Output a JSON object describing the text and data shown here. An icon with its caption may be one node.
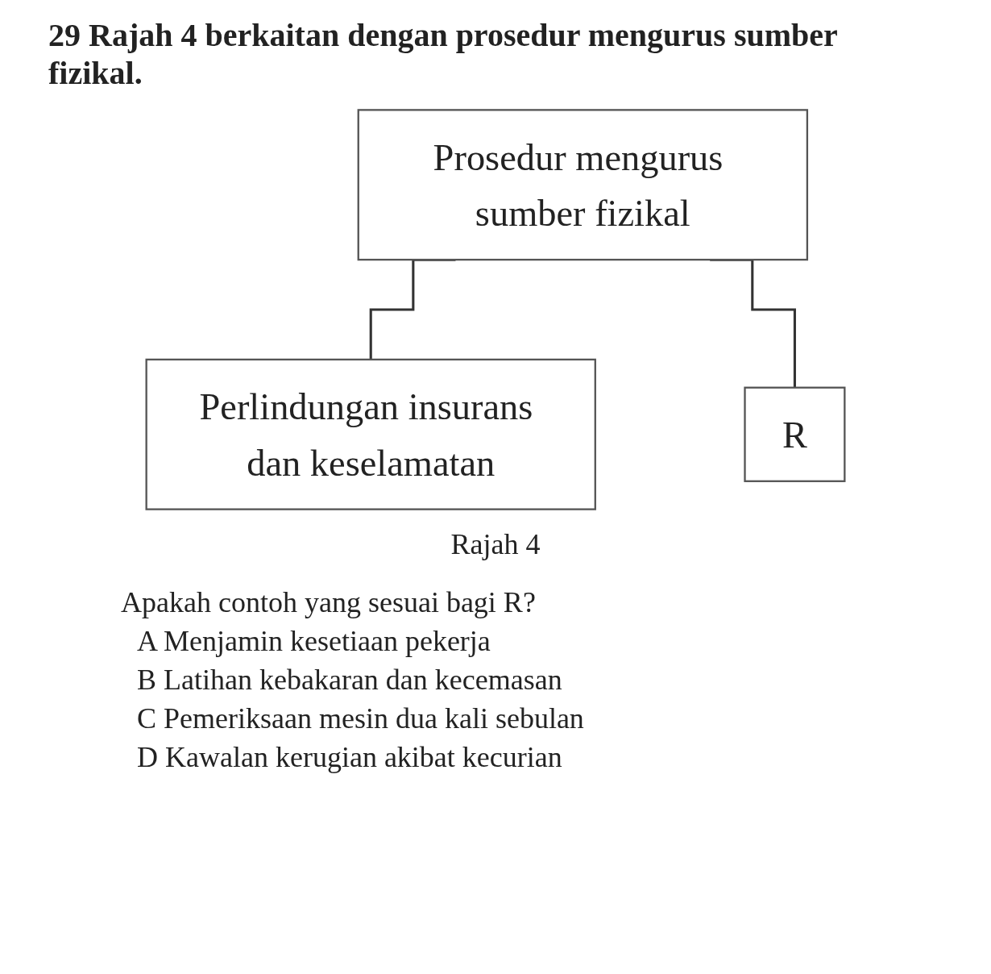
{
  "diagram": {
    "title": "29 Rajah 4 berkaitan dengan prosedur mengurus sumber fizikal.",
    "nodes": [
      {
        "text": [
          "Prosedur mengurus sumber fizikal"
        ]
      },
      {
        "text": [
          "Perlindungan insurans dan keselamatan"
        ]
      },
      {
        "text": [
          "R"
        ]
      }
    ],
    "edges": [
      {
        "from": 0,
        "to": 1,
        "arrow": "none"
      },
      {
        "from": 0,
        "to": 2,
        "arrow": "none"
      }
    ],
    "caption": "Rajah 4",
    "labels": [
      "Apakah contoh yang sesuai bagi R?",
      "A Menjamin kesetiaan pekerja",
      "B Latihan kebakaran dan kecemasan",
      "C Pemeriksaan mesin dua kali sebulan",
      "D Kawalan kerugian akibat kecurian"
    ]
  }
}
